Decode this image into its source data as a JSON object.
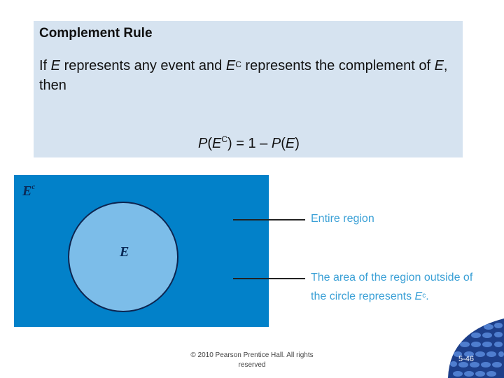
{
  "rule": {
    "title": "Complement Rule",
    "line1_a": "If ",
    "var_e": "E",
    "line1_b": " represents any event and ",
    "superscript_c": "C",
    "line1_c": " represents the complement of ",
    "line1_d": ", then",
    "formula_p": "P",
    "formula_open": "(",
    "formula_mid": ") = 1 – ",
    "formula_close": ")"
  },
  "venn": {
    "outside_label": "E",
    "outside_superscript": "c",
    "circle_label": "E"
  },
  "callouts": {
    "entire_region": "Entire region",
    "outside_line1": "The area of the region outside of",
    "outside_line2": "the circle represents ",
    "outside_symbol": "E",
    "outside_symbol_sup": "c",
    "outside_end": "."
  },
  "footer": {
    "copyright": "© 2010 Pearson Prentice Hall. All rights reserved",
    "page_number": "5-46"
  },
  "colors": {
    "rule_box": "#d6e3f0",
    "venn_region": "#0281c9",
    "circle_fill": "#7cbde9",
    "callout_text": "#3aa0d6",
    "corner_dark": "#1d3f8a"
  }
}
